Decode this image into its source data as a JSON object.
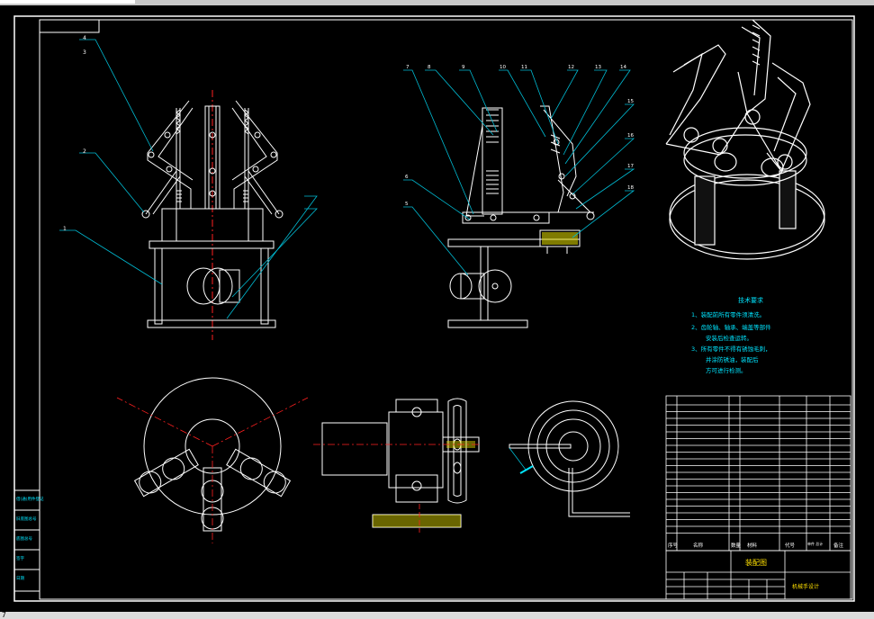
{
  "window": {
    "status_char": "7"
  },
  "callouts_front": [
    "4",
    "3",
    "2",
    "1"
  ],
  "callouts_side": [
    "7",
    "8",
    "9",
    "10",
    "11",
    "12",
    "13",
    "14",
    "15",
    "16",
    "17",
    "18",
    "6",
    "5"
  ],
  "tech_req": {
    "title": "技术要求",
    "lines": [
      "1、装配前所有零件须清洗。",
      "2、齿轮轴、轴承、端盖等部件",
      "安装后检查运转。",
      "3、所有零件不得有锈蚀毛刺，",
      "并涂防锈油，装配后",
      "方可进行检测。"
    ]
  },
  "title_block": {
    "headers": [
      "序号",
      "名称",
      "数量",
      "材料",
      "代号",
      "单件 总计",
      "备注"
    ],
    "drawing_title": "装配图",
    "school": "机械手设计",
    "left_labels": [
      "借(通)用件登记",
      "旧底图总号",
      "底图总号",
      "签字",
      "日期"
    ],
    "status_char": "7"
  },
  "colors": {
    "frame": "#ffffff",
    "leader": "#00bcd4",
    "centerline": "#ff2020",
    "hatch": "#e8e000",
    "text_cyan": "#00e5ff",
    "text_yellow": "#ffe000"
  }
}
